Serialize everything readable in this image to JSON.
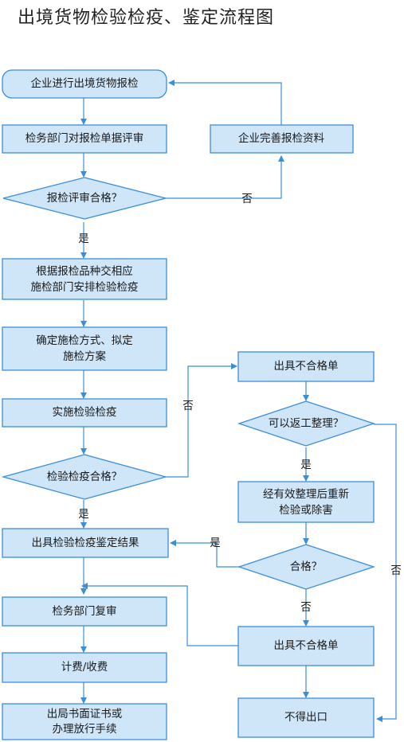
{
  "title": "出境货物检验检疫、鉴定流程图",
  "nodes": {
    "start": "企业进行出境货物报检",
    "review": "检务部门对报检单据评审",
    "improve": "企业完善报检资料",
    "pass_review": "报检评审合格？",
    "arrange_1": "根据报检品种交相应",
    "arrange_2": "施检部门安排检验检疫",
    "plan_1": "确定施检方式、拟定",
    "plan_2": "施检方案",
    "inspect": "实施检验检疫",
    "pass_inspect": "检验检疫合格？",
    "result": "出具检验检疫鉴定结果",
    "recheck": "检务部门复审",
    "fee": "计费/收费",
    "cert_1": "出局书面证书或",
    "cert_2": "办理放行手续",
    "fail_1": "出具不合格单",
    "rework": "可以返工整理？",
    "reprocess_1": "经有效整理后重新",
    "reprocess_2": "检验或除害",
    "pass_again": "合格？",
    "fail_2": "出具不合格单",
    "no_export": "不得出口"
  },
  "labels": {
    "yes_1": "是",
    "no_1": "否",
    "no_2": "否",
    "yes_2": "是",
    "yes_3": "是",
    "yes_4": "是",
    "no_3": "否",
    "no_4": "否"
  }
}
